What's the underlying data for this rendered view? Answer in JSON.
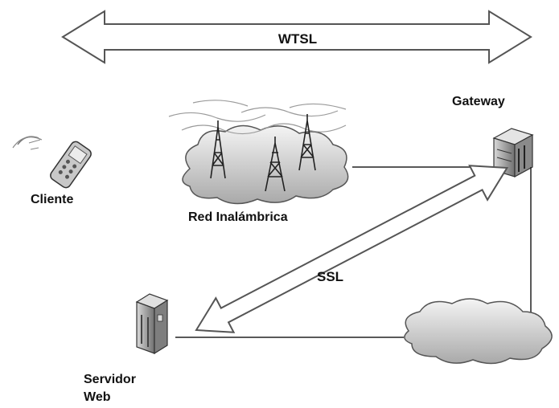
{
  "labels": {
    "wtsl": "WTSL",
    "gateway": "Gateway",
    "cliente": "Cliente",
    "red": "Red Inalámbrica",
    "ssl": "SSL",
    "servidor_line1": "Servidor",
    "servidor_line2": "Web"
  },
  "colors": {
    "arrow_stroke": "#555555",
    "arrow_fill": "#ffffff",
    "line": "#222222",
    "cloud_fill": "#d9d9d9",
    "device": "#9a9a9a"
  },
  "icons": {
    "client": "mobile-phone-icon",
    "towers": "radio-tower-icon",
    "gateway": "server-icon",
    "web_server": "server-building-icon",
    "internet": "cloud-icon"
  }
}
